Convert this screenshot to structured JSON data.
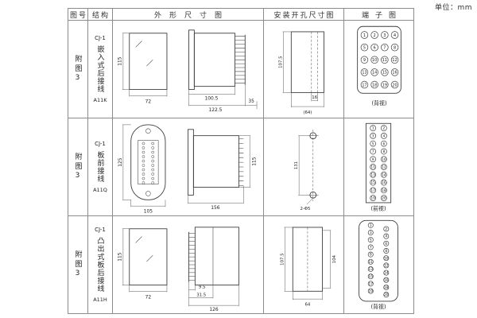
{
  "page": {
    "unit": "单位：mm"
  },
  "headers": {
    "fig": "图号",
    "structure": "结构",
    "outline": "外形尺寸图",
    "mounting": "安装开孔尺寸图",
    "terminal": "端子图"
  },
  "rows": [
    {
      "fig": "附图3",
      "model": "CJ-1",
      "name": "嵌入式后接线",
      "code": "A11K",
      "outline": {
        "d1": "115",
        "d2": "72",
        "d3": "100.5",
        "d4": "122.5",
        "d5": "35"
      },
      "mounting": {
        "d1": "107.5",
        "d2": "16",
        "d3": "(64)"
      },
      "terminal": {
        "view": "(背视)"
      }
    },
    {
      "fig": "附图3",
      "model": "CJ-1",
      "name": "板前接线",
      "code": "A11Q",
      "outline": {
        "d1": "125",
        "d2": "105",
        "d3": "156",
        "d4": "115"
      },
      "mounting": {
        "d1": "131",
        "d2": "2-Φ5"
      },
      "terminal": {
        "view": "(前视)"
      }
    },
    {
      "fig": "附图3",
      "model": "CJ-1",
      "name": "凸出式板后接线",
      "code": "A11H",
      "outline": {
        "d1": "115",
        "d2": "72",
        "d3": "9.5",
        "d4": "31.5",
        "d5": "126"
      },
      "mounting": {
        "d1": "107.5",
        "d2": "104",
        "d3": "64"
      },
      "terminal": {
        "view": "(背视)"
      }
    }
  ],
  "terminal_numbers": [
    "1",
    "2",
    "3",
    "4",
    "5",
    "6",
    "7",
    "8",
    "9",
    "10",
    "11",
    "12",
    "13",
    "14",
    "15",
    "16",
    "17",
    "18",
    "19",
    "20"
  ]
}
